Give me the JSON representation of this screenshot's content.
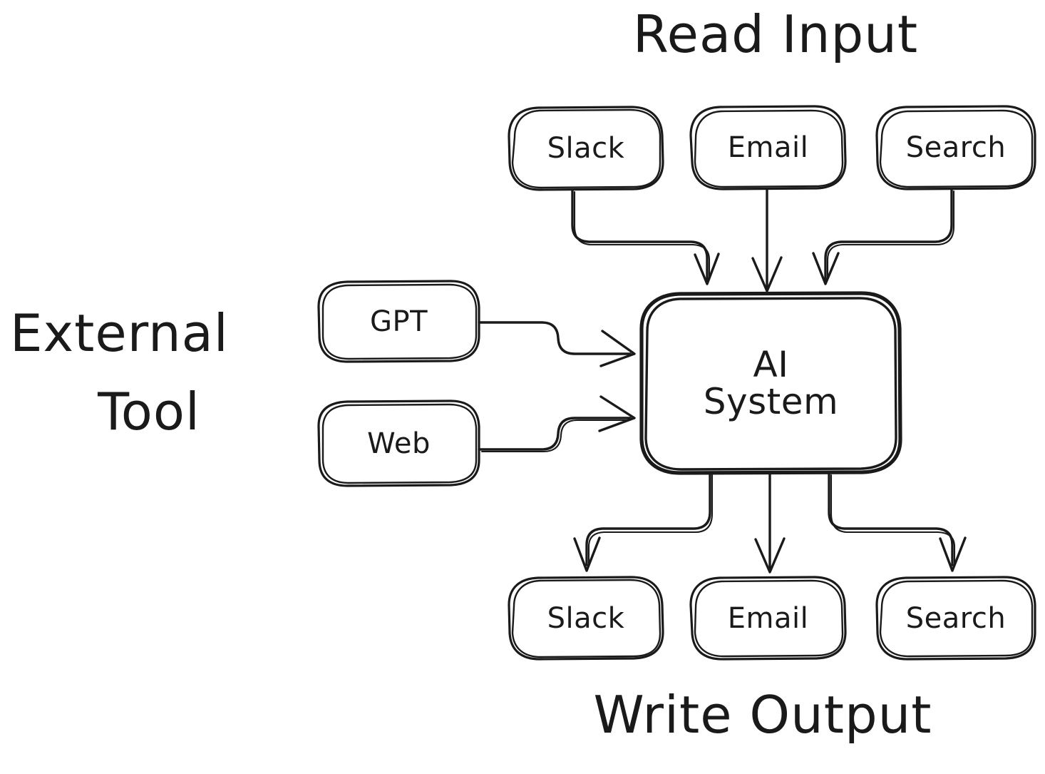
{
  "diagram": {
    "title_read_input": "Read Input",
    "title_external_tool_line1": "External",
    "title_external_tool_line2": "Tool",
    "title_write_output": "Write Output",
    "center_node_line1": "AI",
    "center_node_line2": "System",
    "colors": {
      "background": "#ffffff",
      "stroke": "#1a1a1a",
      "text": "#1a1a1a"
    },
    "input_nodes": [
      {
        "label": "Slack"
      },
      {
        "label": "Email"
      },
      {
        "label": "Search"
      }
    ],
    "tool_nodes": [
      {
        "label": "GPT"
      },
      {
        "label": "Web"
      }
    ],
    "output_nodes": [
      {
        "label": "Slack"
      },
      {
        "label": "Email"
      },
      {
        "label": "Search"
      }
    ]
  }
}
